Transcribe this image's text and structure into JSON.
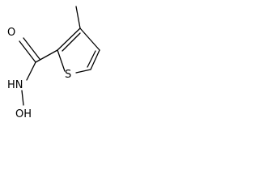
{
  "molecule": {
    "atoms": {
      "oxygen_carbonyl": "O",
      "nitrogen": "HN",
      "oxygen_hydroxyl": "OH",
      "sulfur": "S"
    }
  }
}
